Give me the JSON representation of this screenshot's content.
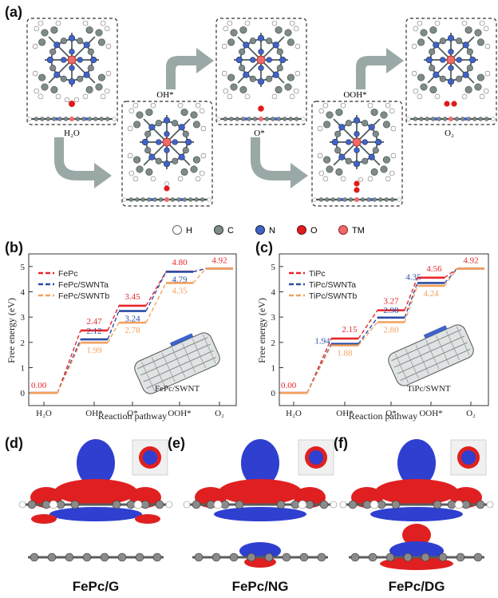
{
  "panels": {
    "a": "(a)",
    "b": "(b)",
    "c": "(c)",
    "d": "(d)",
    "e": "(e)",
    "f": "(f)"
  },
  "pathway": {
    "labels": [
      "H₂O",
      "OH*",
      "O*",
      "OOH*",
      "O₂"
    ]
  },
  "atom_legend": [
    {
      "label": "H",
      "color": "#ffffff"
    },
    {
      "label": "C",
      "color": "#7d8b8b"
    },
    {
      "label": "N",
      "color": "#3f63c9"
    },
    {
      "label": "O",
      "color": "#e01b1b"
    },
    {
      "label": "TM",
      "color": "#ef6a6a"
    }
  ],
  "colors": {
    "series1": "#e8262b",
    "series2": "#2c4da6",
    "series3": "#f3a15e",
    "carbon": "#7d8b8b",
    "nitrogen": "#3f63c9",
    "oxygen": "#e01b1b",
    "metal": "#ef6a6a",
    "iso_blue": "#2f3fd0",
    "iso_red": "#e02020"
  },
  "chart_data": [
    {
      "type": "line",
      "panel": "(b)",
      "categories": [
        "H₂O",
        "OH*",
        "O*",
        "OOH*",
        "O₂"
      ],
      "xlabel": "Reaction pathway",
      "ylabel": "Free energy (eV)",
      "ylim": [
        -0.5,
        5.5
      ],
      "yticks": [
        "0",
        "1",
        "2",
        "3",
        "4",
        "5"
      ],
      "legend_position": "top-left",
      "inset_label": "FePc/SWNT",
      "series": [
        {
          "name": "FePc",
          "values": [
            0,
            2.47,
            3.45,
            4.8,
            4.92
          ],
          "labels": [
            "0.00",
            "2.47",
            "3.45",
            "4.80",
            "4.92"
          ]
        },
        {
          "name": "FePc/SWNTa",
          "values": [
            0,
            2.12,
            3.24,
            4.79,
            4.92
          ],
          "labels": [
            "",
            "2.12",
            "3.24",
            "4.79",
            ""
          ]
        },
        {
          "name": "FePc/SWNTb",
          "values": [
            0,
            1.99,
            2.78,
            4.35,
            4.92
          ],
          "labels": [
            "",
            "1.99",
            "2.78",
            "4.35",
            ""
          ]
        }
      ]
    },
    {
      "type": "line",
      "panel": "(c)",
      "categories": [
        "H₂O",
        "OH*",
        "O*",
        "OOH*",
        "O₂"
      ],
      "xlabel": "Reaction pathway",
      "ylabel": "Free energy (eV)",
      "ylim": [
        -0.5,
        5.5
      ],
      "yticks": [
        "0",
        "1",
        "2",
        "3",
        "4",
        "5"
      ],
      "legend_position": "top-left",
      "inset_label": "TiPc/SWNT",
      "series": [
        {
          "name": "TiPc",
          "values": [
            0,
            2.15,
            3.27,
            4.56,
            4.92
          ],
          "labels": [
            "0.00",
            "2.15",
            "3.27",
            "4.56",
            "4.92"
          ]
        },
        {
          "name": "TiPc/SWNTa",
          "values": [
            0,
            1.94,
            2.98,
            4.35,
            4.92
          ],
          "labels": [
            "",
            "1.94",
            "2.98",
            "4.35",
            ""
          ]
        },
        {
          "name": "TiPc/SWNTb",
          "values": [
            0,
            1.88,
            2.8,
            4.24,
            4.92
          ],
          "labels": [
            "",
            "1.88",
            "2.80",
            "4.24",
            ""
          ]
        }
      ]
    }
  ],
  "captions": [
    "FePc/G",
    "FePc/NG",
    "FePc/DG"
  ]
}
